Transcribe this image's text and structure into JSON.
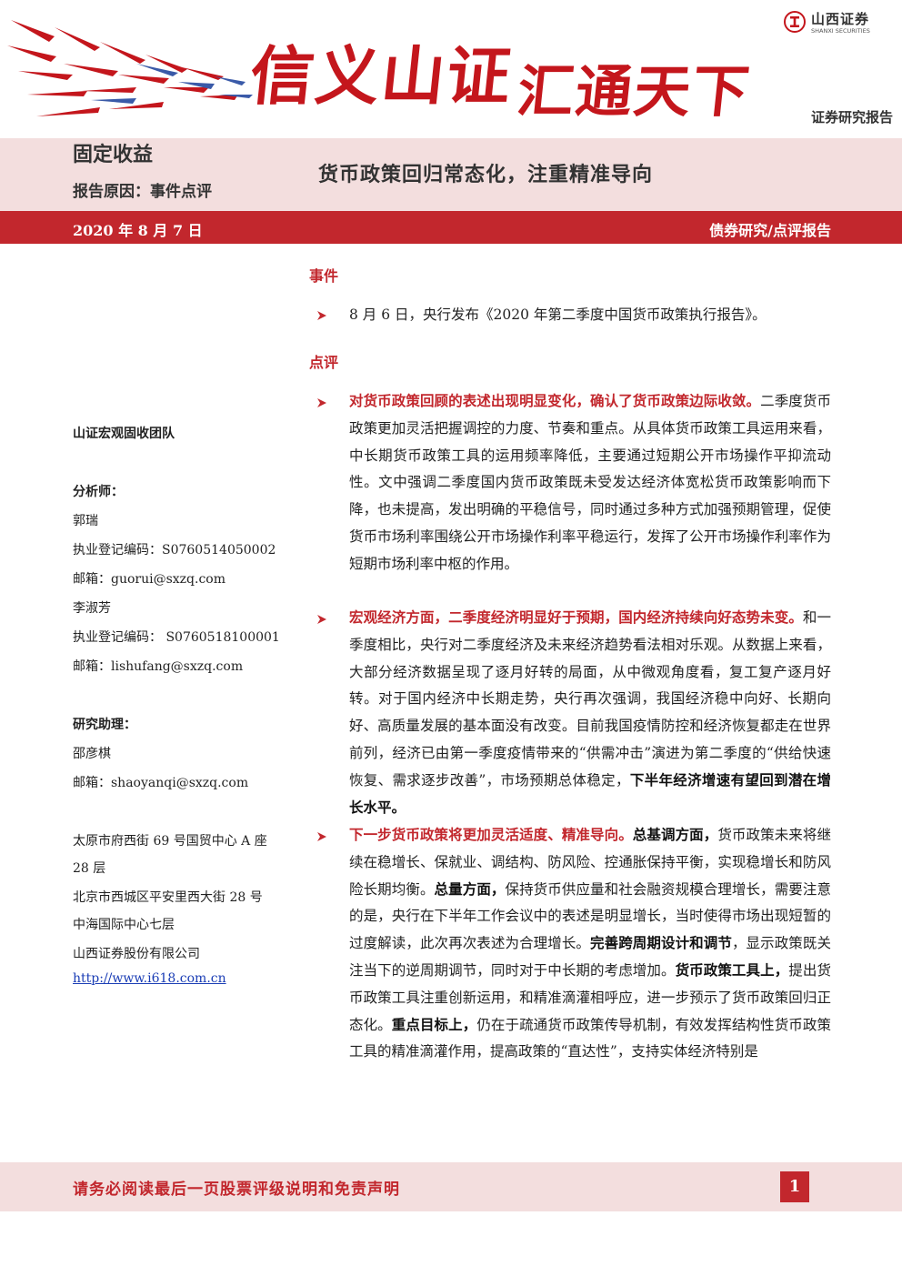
{
  "banner": {
    "slogan_part1": "信义山证",
    "slogan_part2": "汇通天下",
    "logo_cn": "山西证券",
    "logo_en": "SHANXI SECURITIES",
    "report_type": "证券研究报告",
    "accent_red": "#c4161c",
    "accent_blue": "#3a5aa8"
  },
  "header": {
    "category": "固定收益",
    "reason": "报告原因：事件点评",
    "title": "货币政策回归常态化，注重精准导向",
    "date": "2020 年 8 月 7 日",
    "subtype": "债券研究/点评报告"
  },
  "sidebar": {
    "team": "山证宏观固收团队",
    "analyst_heading": "分析师：",
    "analyst1_name": "郭瑞",
    "analyst1_reg": "执业登记编码：S0760514050002",
    "analyst1_email": "邮箱：guorui@sxzq.com",
    "analyst2_name": "李淑芳",
    "analyst2_reg": "执业登记编码：  S0760518100001",
    "analyst2_email": "邮箱：lishufang@sxzq.com",
    "assistant_heading": "研究助理：",
    "assistant_name": "邵彦棋",
    "assistant_email": "邮箱：shaoyanqi@sxzq.com",
    "addr1_line1": "太原市府西街 69 号国贸中心 A 座",
    "addr1_line2": "28 层",
    "addr2_line1": "北京市西城区平安里西大街  28  号",
    "addr2_line2": "中海国际中心七层",
    "company": "山西证券股份有限公司",
    "website": "http://www.i618.com.cn"
  },
  "event": {
    "heading": "事件",
    "text": "8 月 6 日，央行发布《2020 年第二季度中国货币政策执行报告》。"
  },
  "comment": {
    "heading": "点评",
    "b1": {
      "lead": "对货币政策回顾的表述出现明显变化，确认了货币政策边际收敛。",
      "body": "二季度货币政策更加灵活把握调控的力度、节奏和重点。从具体货币政策工具运用来看，中长期货币政策工具的运用频率降低，主要通过短期公开市场操作平抑流动性。文中强调二季度国内货币政策既未受发达经济体宽松货币政策影响而下降，也未提高，发出明确的平稳信号，同时通过多种方式加强预期管理，促使货币市场利率围绕公开市场操作利率平稳运行，发挥了公开市场操作利率作为短期市场利率中枢的作用。"
    },
    "b2": {
      "lead": "宏观经济方面，二季度经济明显好于预期，国内经济持续向好态势未变。",
      "body": "和一季度相比，央行对二季度经济及未来经济趋势看法相对乐观。从数据上来看，大部分经济数据呈现了逐月好转的局面，从中微观角度看，复工复产逐月好转。对于国内经济中长期走势，央行再次强调，我国经济稳中向好、长期向好、高质量发展的基本面没有改变。目前我国疫情防控和经济恢复都走在世界前列，经济已由第一季度疫情带来的“供需冲击”演进为第二季度的“供给快速恢复、需求逐步改善”，市场预期总体稳定，",
      "tail": "下半年经济增速有望回到潜在增长水平。"
    },
    "b3": {
      "lead": "下一步货币政策将更加灵活适度、精准导向。",
      "k1": "总基调方面，",
      "t1": "货币政策未来将继续在稳增长、保就业、调结构、防风险、控通胀保持平衡，实现稳增长和防风险长期均衡。",
      "k2": "总量方面，",
      "t2": "保持货币供应量和社会融资规模合理增长，需要注意的是，央行在下半年工作会议中的表述是明显增长，当时使得市场出现短暂的过度解读，此次再次表述为合理增长。",
      "k3": "完善跨周期设计和调节",
      "t3": "，显示政策既关注当下的逆周期调节，同时对于中长期的考虑增加。",
      "k4": "货币政策工具上，",
      "t4": "提出货币政策工具注重创新运用，和精准滴灌相呼应，进一步预示了货币政策回归正态化。",
      "k5": "重点目标上，",
      "t5": "仍在于疏通货币政策传导机制，有效发挥结构性货币政策工具的精准滴灌作用，提高政策的“直达性”，支持实体经济特别是"
    }
  },
  "footer": {
    "disclaimer": "请务必阅读最后一页股票评级说明和免责声明",
    "page": "1"
  }
}
